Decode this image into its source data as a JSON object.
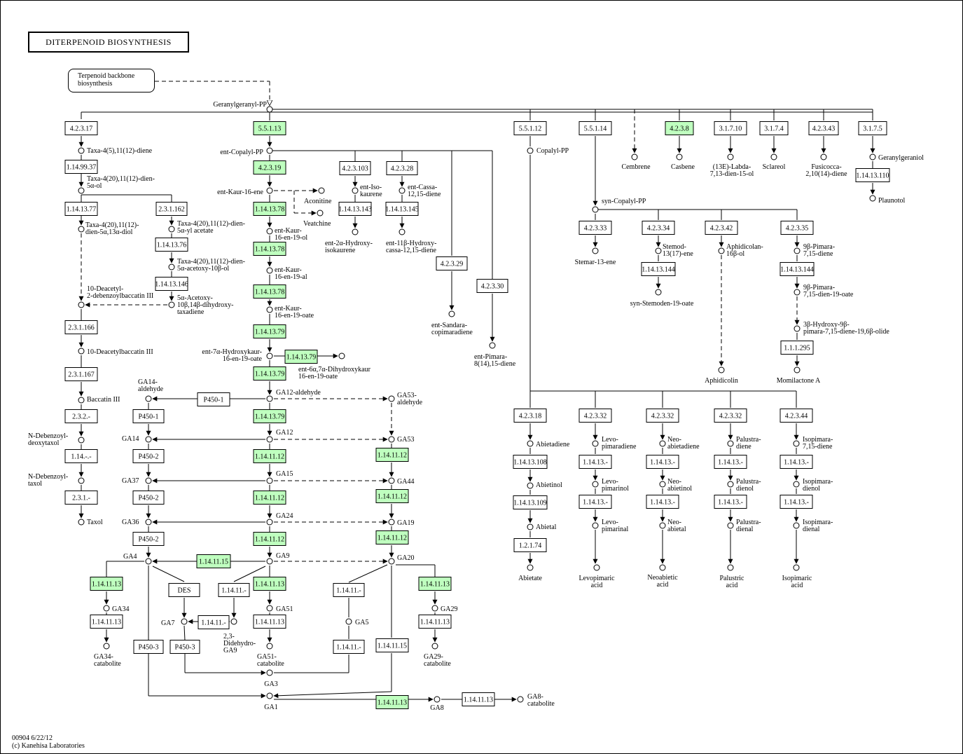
{
  "title": "DITERPENOID BIOSYNTHESIS",
  "map_link": "Terpenoid backbone\nbiosynthesis",
  "footer": "00904 6/22/12\n(c) Kanehisa Laboratories",
  "colors": {
    "highlight": "#bfffbf",
    "line": "#000000",
    "box": "#ffffff"
  },
  "enzymes": [
    {
      "id": "e1",
      "label": "4.2.3.17",
      "hl": false
    },
    {
      "id": "e2",
      "label": "5.5.1.13",
      "hl": true
    },
    {
      "id": "e3",
      "label": "1.14.99.37",
      "hl": false
    },
    {
      "id": "e4",
      "label": "4.2.3.19",
      "hl": true
    },
    {
      "id": "e5",
      "label": "4.2.3.103",
      "hl": false
    },
    {
      "id": "e6",
      "label": "4.2.3.28",
      "hl": false
    },
    {
      "id": "e7",
      "label": "1.14.13.77",
      "hl": false
    },
    {
      "id": "e8",
      "label": "2.3.1.162",
      "hl": false
    },
    {
      "id": "e9",
      "label": "1.14.13.78",
      "hl": true
    },
    {
      "id": "e10",
      "label": "1.14.13.143",
      "hl": false
    },
    {
      "id": "e11",
      "label": "1.14.13.145",
      "hl": false
    },
    {
      "id": "e12",
      "label": "1.14.13.76",
      "hl": false
    },
    {
      "id": "e13",
      "label": "1.14.13.78",
      "hl": true
    },
    {
      "id": "e14",
      "label": "4.2.3.29",
      "hl": false
    },
    {
      "id": "e15",
      "label": "1.14.13.146",
      "hl": false
    },
    {
      "id": "e16",
      "label": "1.14.13.78",
      "hl": true
    },
    {
      "id": "e17",
      "label": "4.2.3.30",
      "hl": false
    },
    {
      "id": "e18",
      "label": "2.3.1.166",
      "hl": false
    },
    {
      "id": "e19",
      "label": "1.14.13.79",
      "hl": true
    },
    {
      "id": "e20",
      "label": "1.14.13.79",
      "hl": true
    },
    {
      "id": "e21",
      "label": "2.3.1.167",
      "hl": false
    },
    {
      "id": "e22",
      "label": "1.14.13.79",
      "hl": true
    },
    {
      "id": "e23",
      "label": "P450-1",
      "hl": false
    },
    {
      "id": "e24",
      "label": "2.3.2.-",
      "hl": false
    },
    {
      "id": "e25",
      "label": "P450-1",
      "hl": false
    },
    {
      "id": "e26",
      "label": "1.14.13.79",
      "hl": true
    },
    {
      "id": "e27",
      "label": "1.14.-.-",
      "hl": false
    },
    {
      "id": "e28",
      "label": "P450-2",
      "hl": false
    },
    {
      "id": "e29",
      "label": "1.14.11.12",
      "hl": true
    },
    {
      "id": "e30",
      "label": "1.14.11.12",
      "hl": true
    },
    {
      "id": "e31",
      "label": "2.3.1.-",
      "hl": false
    },
    {
      "id": "e32",
      "label": "P450-2",
      "hl": false
    },
    {
      "id": "e33",
      "label": "1.14.11.12",
      "hl": true
    },
    {
      "id": "e34",
      "label": "1.14.11.12",
      "hl": true
    },
    {
      "id": "e35",
      "label": "P450-2",
      "hl": false
    },
    {
      "id": "e36",
      "label": "1.14.11.12",
      "hl": true
    },
    {
      "id": "e37",
      "label": "1.14.11.12",
      "hl": true
    },
    {
      "id": "e38",
      "label": "1.14.11.15",
      "hl": true
    },
    {
      "id": "e39",
      "label": "1.14.11.13",
      "hl": true
    },
    {
      "id": "e40",
      "label": "DES",
      "hl": false
    },
    {
      "id": "e41",
      "label": "1.14.11.-",
      "hl": false
    },
    {
      "id": "e42",
      "label": "1.14.11.13",
      "hl": true
    },
    {
      "id": "e43",
      "label": "1.14.11.-",
      "hl": false
    },
    {
      "id": "e44",
      "label": "1.14.11.13",
      "hl": true
    },
    {
      "id": "e45",
      "label": "1.14.11.13",
      "hl": false
    },
    {
      "id": "e46",
      "label": "1.14.11.-",
      "hl": false
    },
    {
      "id": "e47",
      "label": "1.14.11.13",
      "hl": false
    },
    {
      "id": "e48",
      "label": "1.14.11.13",
      "hl": false
    },
    {
      "id": "e49",
      "label": "P450-3",
      "hl": false
    },
    {
      "id": "e50",
      "label": "P450-3",
      "hl": false
    },
    {
      "id": "e51",
      "label": "1.14.11.-",
      "hl": false
    },
    {
      "id": "e52",
      "label": "1.14.11.15",
      "hl": false
    },
    {
      "id": "e53",
      "label": "1.14.11.13",
      "hl": true
    },
    {
      "id": "e54",
      "label": "1.14.11.13",
      "hl": false
    },
    {
      "id": "e55",
      "label": "5.5.1.12",
      "hl": false
    },
    {
      "id": "e56",
      "label": "5.5.1.14",
      "hl": false
    },
    {
      "id": "e57",
      "label": "4.2.3.8",
      "hl": true
    },
    {
      "id": "e58",
      "label": "3.1.7.10",
      "hl": false
    },
    {
      "id": "e59",
      "label": "3.1.7.4",
      "hl": false
    },
    {
      "id": "e60",
      "label": "4.2.3.43",
      "hl": false
    },
    {
      "id": "e61",
      "label": "3.1.7.5",
      "hl": false
    },
    {
      "id": "e62",
      "label": "1.14.13.110",
      "hl": false
    },
    {
      "id": "e63",
      "label": "4.2.3.33",
      "hl": false
    },
    {
      "id": "e64",
      "label": "4.2.3.34",
      "hl": false
    },
    {
      "id": "e65",
      "label": "4.2.3.42",
      "hl": false
    },
    {
      "id": "e66",
      "label": "4.2.3.35",
      "hl": false
    },
    {
      "id": "e67",
      "label": "1.14.13.144",
      "hl": false
    },
    {
      "id": "e68",
      "label": "1.14.13.144",
      "hl": false
    },
    {
      "id": "e69",
      "label": "1.1.1.295",
      "hl": false
    },
    {
      "id": "e70",
      "label": "4.2.3.18",
      "hl": false
    },
    {
      "id": "e71",
      "label": "4.2.3.32",
      "hl": false
    },
    {
      "id": "e72",
      "label": "4.2.3.32",
      "hl": false
    },
    {
      "id": "e73",
      "label": "4.2.3.32",
      "hl": false
    },
    {
      "id": "e74",
      "label": "4.2.3.44",
      "hl": false
    },
    {
      "id": "e75",
      "label": "1.14.13.108",
      "hl": false
    },
    {
      "id": "e76",
      "label": "1.14.13.-",
      "hl": false
    },
    {
      "id": "e77",
      "label": "1.14.13.-",
      "hl": false
    },
    {
      "id": "e78",
      "label": "1.14.13.-",
      "hl": false
    },
    {
      "id": "e79",
      "label": "1.14.13.-",
      "hl": false
    },
    {
      "id": "e80",
      "label": "1.14.13.109",
      "hl": false
    },
    {
      "id": "e81",
      "label": "1.14.13.-",
      "hl": false
    },
    {
      "id": "e82",
      "label": "1.14.13.-",
      "hl": false
    },
    {
      "id": "e83",
      "label": "1.14.13.-",
      "hl": false
    },
    {
      "id": "e84",
      "label": "1.14.13.-",
      "hl": false
    },
    {
      "id": "e85",
      "label": "1.2.1.74",
      "hl": false
    }
  ],
  "compounds": [
    {
      "id": "c1",
      "label": "Geranylgeranyl-PP"
    },
    {
      "id": "c2",
      "label": "Taxa-4(5),11(12)-diene"
    },
    {
      "id": "c3",
      "label": "ent-Copalyl-PP"
    },
    {
      "id": "c4",
      "label": "Copalyl-PP"
    },
    {
      "id": "c5",
      "label": "Cembrene"
    },
    {
      "id": "c6",
      "label": "Casbene"
    },
    {
      "id": "c7",
      "label": "(13E)-Labda-\n7,13-dien-15-ol"
    },
    {
      "id": "c8",
      "label": "Sclareol"
    },
    {
      "id": "c9",
      "label": "Fusicocca-\n2,10(14)-diene"
    },
    {
      "id": "c10",
      "label": "Geranylgeraniol"
    },
    {
      "id": "c11",
      "label": "Plaunotol"
    },
    {
      "id": "c12",
      "label": "Taxa-4(20),11(12)-dien-\n5α-ol"
    },
    {
      "id": "c13",
      "label": "ent-Kaur-16-ene"
    },
    {
      "id": "c14",
      "label": "Aconitine"
    },
    {
      "id": "c15",
      "label": "Veatchine"
    },
    {
      "id": "c16",
      "label": "ent-Iso-\nkaurene"
    },
    {
      "id": "c17",
      "label": "ent-Cassa-\n12,15-diene"
    },
    {
      "id": "c18",
      "label": "Taxa-4(20),11(12)-\ndien-5α,13α-diol"
    },
    {
      "id": "c19",
      "label": "Taxa-4(20),11(12)-dien-\n5α-yl acetate"
    },
    {
      "id": "c20",
      "label": "ent-Kaur-\n16-en-19-ol"
    },
    {
      "id": "c21",
      "label": "ent-2α-Hydroxy-\nisokaurene"
    },
    {
      "id": "c22",
      "label": "ent-11β-Hydroxy-\ncassa-12,15-diene"
    },
    {
      "id": "c23",
      "label": "Taxa-4(20),11(12)-dien-\n5α-acetoxy-10β-ol"
    },
    {
      "id": "c24",
      "label": "ent-Kaur-\n16-en-19-al"
    },
    {
      "id": "c25",
      "label": "10-Deacetyl-\n2-debenzoylbaccatin III"
    },
    {
      "id": "c26",
      "label": "5α-Acetoxy-\n10β,14β-dihydroxy-\ntaxadiene"
    },
    {
      "id": "c27",
      "label": "ent-Kaur-\n16-en-19-oate"
    },
    {
      "id": "c28",
      "label": "ent-Sandara-\ncopimaradiene"
    },
    {
      "id": "c29",
      "label": "ent-Pimara-\n8(14),15-diene"
    },
    {
      "id": "c30",
      "label": "10-Deacetylbaccatin III"
    },
    {
      "id": "c31",
      "label": "ent-7α-Hydroxykaur-\n16-en-19-oate"
    },
    {
      "id": "c32",
      "label": "ent-6α,7α-Dihydroxykaur\n16-en-19-oate"
    },
    {
      "id": "c33",
      "label": "GA12-aldehyde"
    },
    {
      "id": "c34",
      "label": "GA14-\naldehyde"
    },
    {
      "id": "c35",
      "label": "GA53-\naldehyde"
    },
    {
      "id": "c36",
      "label": "Baccatin III"
    },
    {
      "id": "c37",
      "label": "N-Debenzoyl-\ndeoxytaxol"
    },
    {
      "id": "c38",
      "label": "GA14"
    },
    {
      "id": "c39",
      "label": "GA12"
    },
    {
      "id": "c40",
      "label": "GA53"
    },
    {
      "id": "c41",
      "label": "N-Debenzoyl-\ntaxol"
    },
    {
      "id": "c42",
      "label": "GA37"
    },
    {
      "id": "c43",
      "label": "GA15"
    },
    {
      "id": "c44",
      "label": "GA44"
    },
    {
      "id": "c45",
      "label": "Taxol"
    },
    {
      "id": "c46",
      "label": "GA36"
    },
    {
      "id": "c47",
      "label": "GA24"
    },
    {
      "id": "c48",
      "label": "GA19"
    },
    {
      "id": "c49",
      "label": "GA4"
    },
    {
      "id": "c50",
      "label": "GA9"
    },
    {
      "id": "c51",
      "label": "GA20"
    },
    {
      "id": "c52",
      "label": "GA34"
    },
    {
      "id": "c53",
      "label": "GA7"
    },
    {
      "id": "c54",
      "label": "2,3-\nDidehydro-\nGA9"
    },
    {
      "id": "c55",
      "label": "GA51"
    },
    {
      "id": "c56",
      "label": "GA5"
    },
    {
      "id": "c57",
      "label": "GA29"
    },
    {
      "id": "c58",
      "label": "GA34-\ncatabolite"
    },
    {
      "id": "c59",
      "label": "GA51-\ncatabolite"
    },
    {
      "id": "c60",
      "label": "GA29-\ncatabolite"
    },
    {
      "id": "c61",
      "label": "GA3"
    },
    {
      "id": "c62",
      "label": "GA1"
    },
    {
      "id": "c63",
      "label": "GA8"
    },
    {
      "id": "c64",
      "label": "GA8-\ncatabolite"
    },
    {
      "id": "c65",
      "label": "syn-Copalyl-PP"
    },
    {
      "id": "c66",
      "label": "Stemar-13-ene"
    },
    {
      "id": "c67",
      "label": "Stemod-\n13(17)-ene"
    },
    {
      "id": "c68",
      "label": "syn-Stemoden-19-oate"
    },
    {
      "id": "c69",
      "label": "Aphidicolan-\n16β-ol"
    },
    {
      "id": "c70",
      "label": "Aphidicolin"
    },
    {
      "id": "c71",
      "label": "9β-Pimara-\n7,15-diene"
    },
    {
      "id": "c72",
      "label": "9β-Pimara-\n7,15-dien-19-oate"
    },
    {
      "id": "c73",
      "label": "3β-Hydroxy-9β-\npimara-7,15-diene-19,6β-olide"
    },
    {
      "id": "c74",
      "label": "Momilactone A"
    },
    {
      "id": "c75",
      "label": "Abietadiene"
    },
    {
      "id": "c76",
      "label": "Levo-\npimaradiene"
    },
    {
      "id": "c77",
      "label": "Neo-\nabietadiene"
    },
    {
      "id": "c78",
      "label": "Palustra-\ndiene"
    },
    {
      "id": "c79",
      "label": "Isopimara-\n7,15-diene"
    },
    {
      "id": "c80",
      "label": "Abietinol"
    },
    {
      "id": "c81",
      "label": "Levo-\npimarinol"
    },
    {
      "id": "c82",
      "label": "Neo-\nabietinol"
    },
    {
      "id": "c83",
      "label": "Palustra-\ndienol"
    },
    {
      "id": "c84",
      "label": "Isopimara-\ndienol"
    },
    {
      "id": "c85",
      "label": "Abietal"
    },
    {
      "id": "c86",
      "label": "Levo-\npimarinal"
    },
    {
      "id": "c87",
      "label": "Neo-\nabietal"
    },
    {
      "id": "c88",
      "label": "Palustra-\ndienal"
    },
    {
      "id": "c89",
      "label": "Isopimara-\ndienal"
    },
    {
      "id": "c90",
      "label": "Abietate"
    },
    {
      "id": "c91",
      "label": "Levopimaric\nacid"
    },
    {
      "id": "c92",
      "label": "Neoabietic\nacid"
    },
    {
      "id": "c93",
      "label": "Palustric\nacid"
    },
    {
      "id": "c94",
      "label": "Isopimaric\nacid"
    }
  ]
}
